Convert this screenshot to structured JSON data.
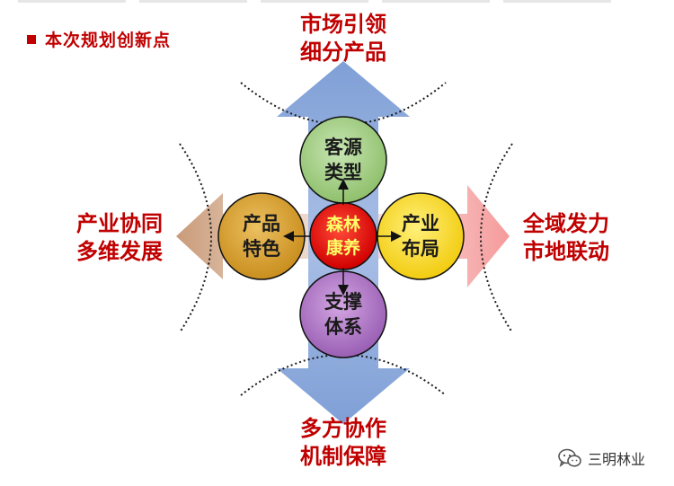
{
  "header": {
    "title": "本次规划创新点"
  },
  "directions": {
    "top": {
      "line1": "市场引领",
      "line2": "细分产品"
    },
    "bottom": {
      "line1": "多方协作",
      "line2": "机制保障"
    },
    "left": {
      "line1": "产业协同",
      "line2": "多维发展"
    },
    "right": {
      "line1": "全域发力",
      "line2": "市地联动"
    }
  },
  "nodes": {
    "center": {
      "line1": "森林",
      "line2": "康养"
    },
    "top": {
      "line1": "客源",
      "line2": "类型"
    },
    "left": {
      "line1": "产品",
      "line2": "特色"
    },
    "right": {
      "line1": "产业",
      "line2": "布局"
    },
    "bottom": {
      "line1": "支撑",
      "line2": "体系"
    }
  },
  "watermark": {
    "text": "三明林业",
    "icon": "wechat-icon"
  },
  "colors": {
    "label_red": "#c00000",
    "vertical_arrow": "#8eaadb",
    "right_arrow": "#f4a6a6",
    "left_arrow": "#d8b29a",
    "node_top": "#a9d18e",
    "node_left": "#d6a030",
    "node_right": "#ffdd33",
    "node_bottom": "#b07cc6",
    "node_center": "#e02020"
  }
}
